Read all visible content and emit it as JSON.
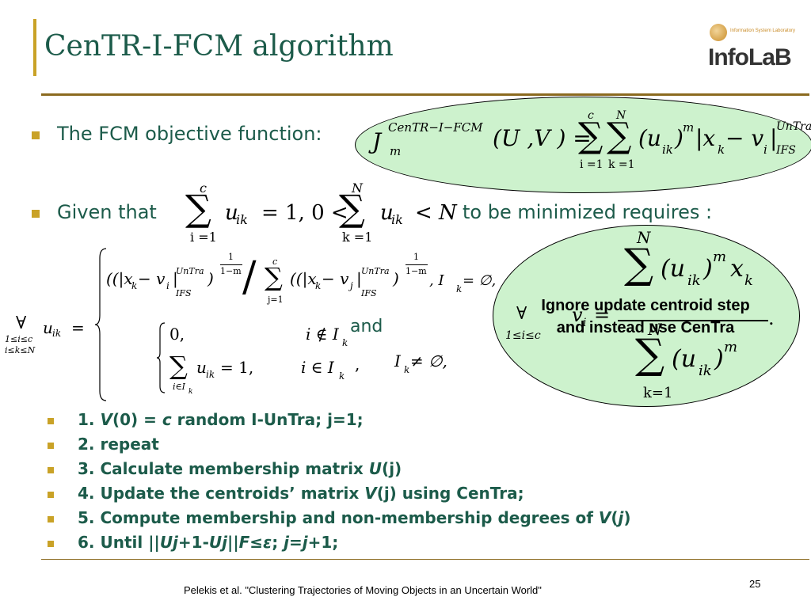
{
  "slide": {
    "title": "CenTR-I-FCM algorithm",
    "page_number": "25",
    "footer": "Pelekis et al. \"Clustering Trajectories of Moving Objects in an Uncertain World\""
  },
  "logo": {
    "name": "InfoLaB",
    "tagline": "Information System Laboratory"
  },
  "bullets": [
    {
      "text": "The FCM objective function:"
    },
    {
      "text": "Given that",
      "suffix": "to be minimized requires :"
    }
  ],
  "formula_objective": {
    "J": "J",
    "J_sup": "CenTR−I−FCM",
    "J_sub": "m",
    "args": "(U ,V ) =",
    "sum1_top": "c",
    "sum1_bot": "i =1",
    "sum2_top": "N",
    "sum2_bot": "k =1",
    "term": "(u",
    "term_sub": "ik",
    "term_close": ")",
    "term_exp": "m",
    "norm": "|x",
    "norm_k": "k",
    "minus_v": " − v",
    "norm_i": "i",
    "norm_close": "|",
    "norm_sup": "UnTra",
    "norm_sub": "IFS"
  },
  "formula_constraint": {
    "sum1_top": "c",
    "sum1_bot": "i =1",
    "u": "u",
    "u_sub": "ik",
    "mid": "= 1, 0 <",
    "sum2_top": "N",
    "sum2_bot": "k =1",
    "u2": "u",
    "u2_sub": "ik",
    "end": "< N"
  },
  "formula_membership": {
    "forall": "∀",
    "forall_cond1": "1≤i≤c",
    "forall_cond2": "i≤k≤N",
    "lhs": "u",
    "lhs_sub": "ik",
    "eq": "=",
    "case1_left": "((|x",
    "case1_k": "k",
    "case1_v": " − v",
    "case1_i": "i",
    "case1_bar": "|",
    "case1_sup": "UnTra",
    "case1_sub": "IFS",
    "case1_rparen": ")",
    "exp_num": "1",
    "exp_den": "1−m",
    "slash": "/",
    "sum_top": "c",
    "sum_bot": "j=1",
    "case1_right": "((|x",
    "case1_right_k": "k",
    "case1_right_v": " − v",
    "case1_right_j": "j",
    "case1_cond": ",  I",
    "case1_cond_sub": "k",
    "case1_cond_end": " = ∅,",
    "case2a_val": "0,",
    "case2a_cond": "i ∉ I",
    "case2a_cond_sub": "k",
    "and_text": "and",
    "case2b_sum_bot": "i∈I",
    "case2b_sum_bot_sub": "k",
    "case2b_val": "u",
    "case2b_val_sub": "ik",
    "case2b_eq": " = 1,",
    "case2b_cond": "i ∈ I",
    "case2b_cond_sub": "k",
    "case2b_comma": ",",
    "case2_cond": "I",
    "case2_cond_sub": "k",
    "case2_cond_end": " ≠ ∅,"
  },
  "formula_centroid": {
    "forall": "∀",
    "cond": "1≤i≤c",
    "v": "v",
    "v_sub": "i",
    "eq": "=",
    "num_top": "N",
    "num_term": "(u",
    "num_sub": "ik",
    "num_close": ")",
    "num_exp": "m",
    "num_x": "x",
    "num_x_sub": "k",
    "den_top": "N",
    "den_term": "(u",
    "den_sub": "ik",
    "den_close": ")",
    "den_exp": "m",
    "den_bot": "k=1",
    "dot": "."
  },
  "callout": {
    "line1": "Ignore update centroid step",
    "line2": "and instead use CenTra"
  },
  "steps": [
    {
      "pre": "1. ",
      "it1": "V",
      "mid1": "(0) = ",
      "it2": "c",
      "post": " random I-UnTra; j=1;"
    },
    {
      "pre": "2. repeat"
    },
    {
      "pre": "3.   Calculate membership matrix ",
      "it1": "U",
      "mid1": "(j)"
    },
    {
      "pre": "4.   Update the centroids’ matrix ",
      "it1": "V",
      "mid1": "(j) using CenTra;"
    },
    {
      "pre": "5.   Compute membership and non-membership degrees of ",
      "it1": "V",
      "mid1": "(",
      "it2": "j",
      "post": ")"
    },
    {
      "pre": "6. Until ||",
      "it1": "Uj",
      "mid1": "+1-",
      "it2": "Uj",
      "post": "||",
      "it3": "F≤ε",
      "post2": "; ",
      "it4": "j=j",
      "post3": "+1;"
    }
  ],
  "colors": {
    "title": "#1c5b4a",
    "bullet": "#c9a227",
    "rule": "#8b6a1f",
    "ellipse_fill": "#cdf2cd"
  }
}
